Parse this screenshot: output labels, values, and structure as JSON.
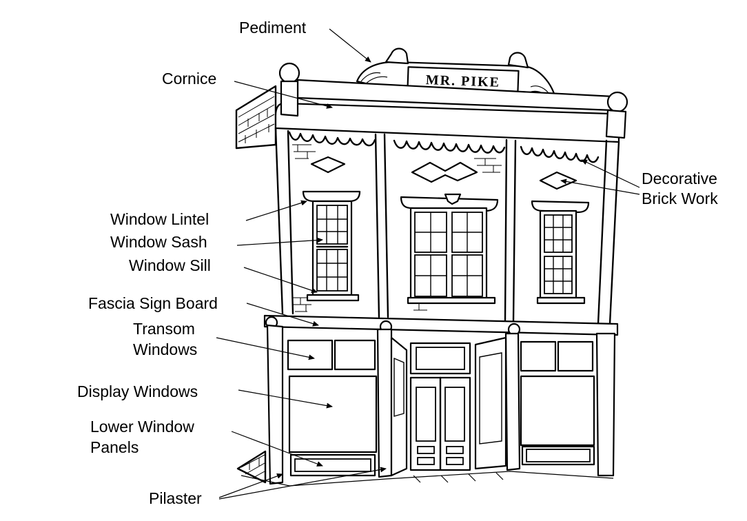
{
  "sign": {
    "text": "MR. PIKE"
  },
  "labels": {
    "pediment": "Pediment",
    "cornice": "Cornice",
    "decorative_brick_1": "Decorative",
    "decorative_brick_2": "Brick Work",
    "window_lintel": "Window Lintel",
    "window_sash": "Window Sash",
    "window_sill": "Window Sill",
    "fascia_sign_board": "Fascia Sign Board",
    "transom_1": "Transom",
    "transom_2": "Windows",
    "display_windows": "Display Windows",
    "lower_panels_1": "Lower Window",
    "lower_panels_2": "Panels",
    "pilaster": "Pilaster"
  }
}
